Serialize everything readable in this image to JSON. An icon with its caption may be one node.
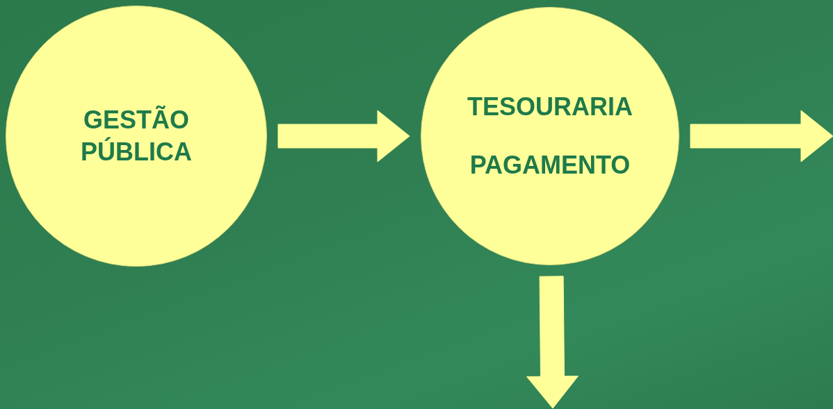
{
  "diagram": {
    "nodes": [
      {
        "text": [
          "GESTÃO PÚBLICA"
        ]
      },
      {
        "text": [
          "TESOURARIA",
          "PAGAMENTO"
        ]
      }
    ],
    "edges": [
      {
        "from": 0,
        "to": 1,
        "arrow": "to"
      },
      {
        "from": 1,
        "to": null,
        "arrow": "to"
      },
      {
        "from": 1,
        "to": null,
        "arrow": "to"
      }
    ]
  }
}
